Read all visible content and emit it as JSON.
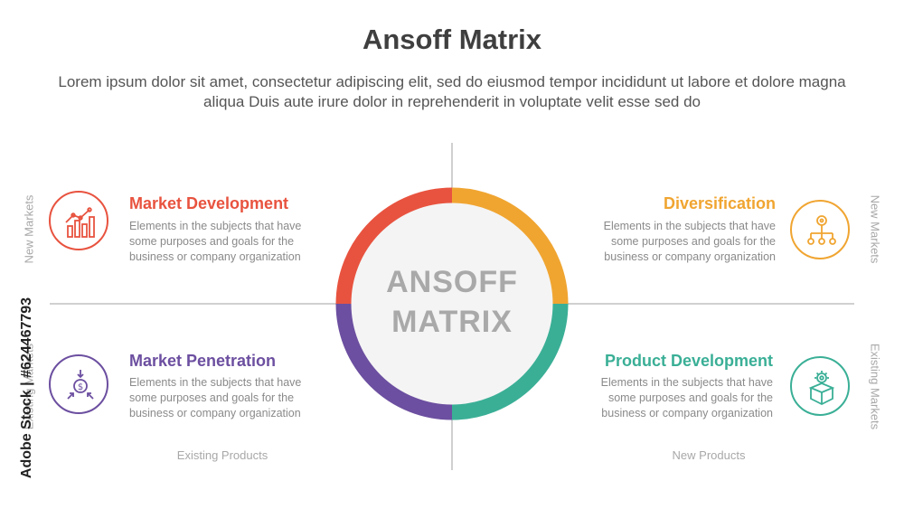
{
  "header": {
    "title": "Ansoff Matrix",
    "subtitle": "Lorem ipsum dolor sit amet, consectetur adipiscing elit, sed do eiusmod tempor incididunt ut labore et dolore magna aliqua Duis aute irure dolor in reprehenderit in voluptate velit esse sed do"
  },
  "center": {
    "line1": "ANSOFF",
    "line2": "MATRIX"
  },
  "colors": {
    "market_development": "#e8533f",
    "diversification": "#f0a531",
    "market_penetration": "#6c4fa0",
    "product_development": "#3aaf96",
    "center_fill": "#f4f4f4"
  },
  "quadrants": {
    "market_development": {
      "title": "Market Development",
      "desc": "Elements in the subjects that have some purposes and goals for the business or company organization",
      "icon": "bar-chart-icon"
    },
    "diversification": {
      "title": "Diversification",
      "desc": "Elements in the subjects that have some purposes and goals for the business or company organization",
      "icon": "network-icon"
    },
    "market_penetration": {
      "title": "Market Penetration",
      "desc": "Elements in the subjects that have some purposes and goals for the business or company organization",
      "icon": "dollar-arrows-icon"
    },
    "product_development": {
      "title": "Product Development",
      "desc": "Elements in the subjects that have some purposes and goals for the business or company organization",
      "icon": "gear-box-icon"
    }
  },
  "axes": {
    "left_top": "New Markets",
    "left_bottom": "Existing Markets",
    "right_top": "New Markets",
    "right_bottom": "Existing Markets",
    "bottom_left": "Existing Products",
    "bottom_right": "New Products"
  },
  "watermark": "Adobe Stock | #624467793"
}
